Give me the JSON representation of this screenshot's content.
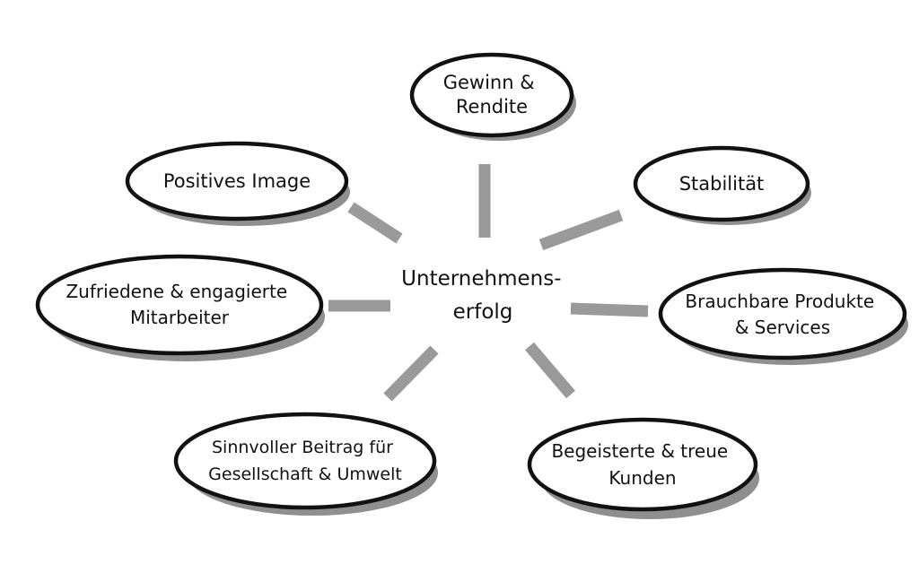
{
  "center": {
    "line1": "Unternehmens-",
    "line2": "erfolg"
  },
  "nodes": [
    {
      "id": "gewinn",
      "lines": [
        "Gewinn &",
        "Rendite"
      ]
    },
    {
      "id": "image",
      "lines": [
        "Positives Image"
      ]
    },
    {
      "id": "stabilitaet",
      "lines": [
        "Stabilität"
      ]
    },
    {
      "id": "mitarbeiter",
      "lines": [
        "Zufriedene & engagierte",
        "Mitarbeiter"
      ]
    },
    {
      "id": "produkte",
      "lines": [
        "Brauchbare Produkte",
        "& Services"
      ]
    },
    {
      "id": "beitrag",
      "lines": [
        "Sinnvoller Beitrag für",
        "Gesellschaft & Umwelt"
      ]
    },
    {
      "id": "kunden",
      "lines": [
        "Begeisterte & treue",
        "Kunden"
      ]
    }
  ],
  "colors": {
    "outline": "#111111",
    "shadow": "#8f8f8f",
    "connector": "#9a9a9a",
    "fill": "#ffffff"
  }
}
